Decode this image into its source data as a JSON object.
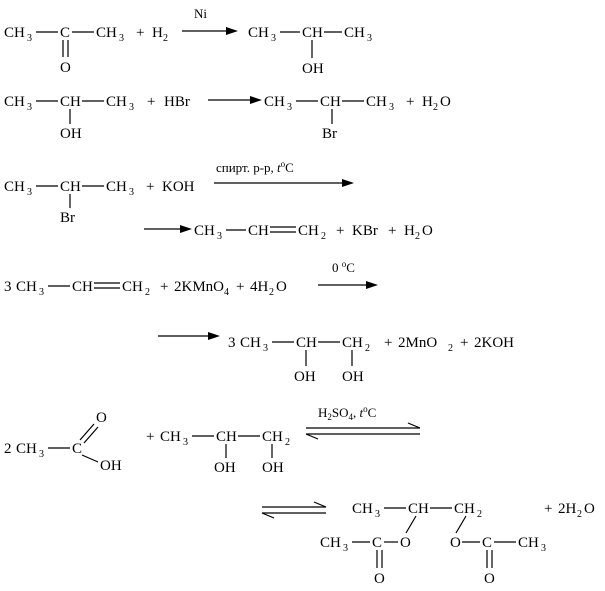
{
  "r1": {
    "acetone": {
      "ch3a": "CH",
      "sub3a": "3",
      "c": "C",
      "ch3b": "CH",
      "sub3b": "3",
      "o": "O"
    },
    "plus": "+",
    "h2": "H",
    "h2sub": "2",
    "cond": "Ni",
    "p": {
      "ch3a": "CH",
      "sub3a": "3",
      "ch": "CH",
      "ch3b": "CH",
      "sub3b": "3",
      "oh": "OH"
    }
  },
  "r2": {
    "r": {
      "ch3a": "CH",
      "sub3a": "3",
      "ch": "CH",
      "ch3b": "CH",
      "sub3b": "3",
      "oh": "OH"
    },
    "plus1": "+",
    "hbr": "HBr",
    "p": {
      "ch3a": "CH",
      "sub3a": "3",
      "ch": "CH",
      "ch3b": "CH",
      "sub3b": "3",
      "br": "Br"
    },
    "plus2": "+",
    "h2o_h": "H",
    "h2o_sub": "2",
    "h2o_o": "O"
  },
  "r3": {
    "r": {
      "ch3a": "CH",
      "sub3a": "3",
      "ch": "CH",
      "ch3b": "CH",
      "sub3b": "3",
      "br": "Br"
    },
    "plus": "+",
    "koh": "KOH",
    "cond_a": "спирт. р-р, ",
    "cond_t": "t",
    "cond_o": "o",
    "cond_c": "C",
    "p": {
      "ch3": "CH",
      "sub3": "3",
      "ch": "CH",
      "ch2": "CH",
      "sub2": "2"
    },
    "plus2": "+",
    "kbr": "KBr",
    "plus3": "+",
    "h2o_h": "H",
    "h2o_sub": "2",
    "h2o_o": "O"
  },
  "r4": {
    "coef": "3",
    "r": {
      "ch3": "CH",
      "sub3": "3",
      "ch": "CH",
      "ch2": "CH",
      "sub2": "2"
    },
    "plus1": "+",
    "kmno4": "2KMnO",
    "kmno4_sub": "4",
    "plus2": "+",
    "water": "4H",
    "water_sub": "2",
    "water_o": "O",
    "cond_0": "0 ",
    "cond_o": "o",
    "cond_c": "C",
    "pcoef": "3",
    "p": {
      "ch3": "CH",
      "sub3": "3",
      "ch": "CH",
      "ch2": "CH",
      "sub2": "2",
      "oh1": "OH",
      "oh2": "OH"
    },
    "plus3": "+",
    "mno2": "2MnO",
    "mno2_sub": "2",
    "plus4": "+",
    "koh": "2KOH"
  },
  "r5": {
    "coef": "2",
    "acid": {
      "ch3": "CH",
      "sub3": "3",
      "c": "C",
      "o": "O",
      "oh": "OH"
    },
    "plus1": "+",
    "diol": {
      "ch3": "CH",
      "sub3": "3",
      "ch": "CH",
      "ch2": "CH",
      "sub2": "2",
      "oh1": "OH",
      "oh2": "OH"
    },
    "cond_h2so4": "H",
    "cond_sub2": "2",
    "cond_so": "SO",
    "cond_sub4": "4",
    "cond_comma": ", ",
    "cond_t": "t",
    "cond_o": "o",
    "cond_c": "C",
    "ester": {
      "ch3": "CH",
      "sub3": "3",
      "ch": "CH",
      "ch2": "CH",
      "sub2": "2",
      "o1": "O",
      "o2": "O",
      "lch3": "CH",
      "lsub3": "3",
      "lc": "C",
      "lo": "O",
      "rc": "C",
      "rch3": "CH",
      "rsub3": "3",
      "ro": "O"
    },
    "plus2": "+",
    "water": "2H",
    "water_sub": "2",
    "water_o": "O"
  }
}
